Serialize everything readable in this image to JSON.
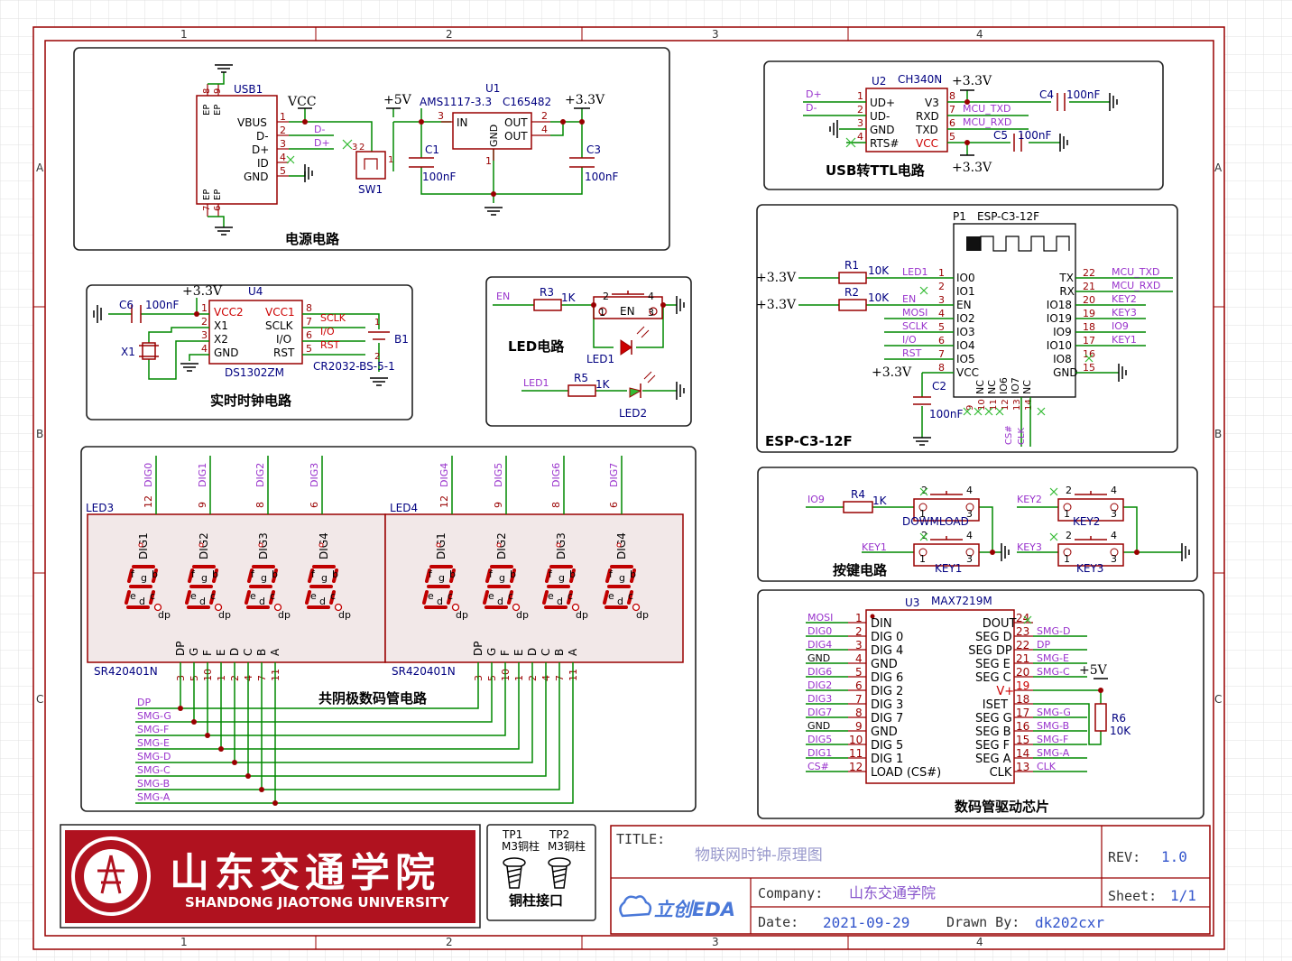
{
  "frame": {
    "columns": [
      "1",
      "2",
      "3",
      "4"
    ],
    "rows": [
      "A",
      "B",
      "C"
    ]
  },
  "colors": {
    "wire": "#008800",
    "part": "#990000",
    "pin_label": "#000080",
    "net_label": "#9933cc",
    "pin_number": "#990000",
    "frame": "#990000",
    "text": "#000000"
  },
  "blocks": {
    "power": {
      "title": "电源电路",
      "usb1": {
        "ref": "USB1",
        "pins": [
          "VBUS",
          "D-",
          "D+",
          "ID",
          "GND"
        ],
        "pin_numbers": [
          "1",
          "2",
          "3",
          "4",
          "5"
        ],
        "ep_pins": [
          "EP",
          "EP",
          "EP",
          "EP"
        ],
        "ep_numbers": [
          "8",
          "9",
          "7",
          "6"
        ]
      },
      "vcc": "VCC",
      "d_minus": "D-",
      "d_plus": "D+",
      "sw1": "SW1",
      "sw_pins": [
        "3",
        "2",
        "1"
      ],
      "u1": {
        "ref": "U1",
        "part": "AMS1117-3.3",
        "lcsc": "C165482",
        "pins": [
          "IN",
          "OUT",
          "OUT",
          "GND"
        ],
        "pin_numbers": [
          "3",
          "2",
          "4",
          "1"
        ]
      },
      "plus5v": "+5V",
      "plus33v": "+3.3V",
      "c1": "C1",
      "c1_val": "100nF",
      "c3": "C3",
      "c3_val": "100nF"
    },
    "usb_ttl": {
      "title": "USB转TTL电路",
      "u2": {
        "ref": "U2",
        "part": "CH340N",
        "left_pins": [
          "UD+",
          "UD-",
          "GND",
          "RTS#"
        ],
        "left_numbers": [
          "1",
          "2",
          "3",
          "4"
        ],
        "right_pins": [
          "V3",
          "RXD",
          "TXD",
          "VCC"
        ],
        "right_numbers": [
          "8",
          "7",
          "6",
          "5"
        ]
      },
      "d_plus": "D+",
      "d_minus": "D-",
      "plus33v_top": "+3.3V",
      "plus33v_bottom": "+3.3V",
      "mcu_txd": "MCU_TXD",
      "mcu_rxd": "MCU_RXD",
      "c4": "C4",
      "c4_val": "100nF",
      "c5": "C5",
      "c5_val": "100nF"
    },
    "esp": {
      "title": "ESP-C3-12F",
      "p1": {
        "ref": "P1",
        "part": "ESP-C3-12F"
      },
      "left_pins": [
        "IO0",
        "IO1",
        "EN",
        "IO2",
        "IO3",
        "IO4",
        "IO5",
        "VCC"
      ],
      "left_numbers": [
        "1",
        "2",
        "3",
        "4",
        "5",
        "6",
        "7",
        "8"
      ],
      "right_pins": [
        "TX",
        "RX",
        "IO18",
        "IO19",
        "IO9",
        "IO10",
        "IO8",
        "GND"
      ],
      "right_numbers": [
        "22",
        "21",
        "20",
        "19",
        "18",
        "17",
        "16",
        "15"
      ],
      "bottom_pins": [
        "NC",
        "NC",
        "IO6",
        "IO7",
        "NC"
      ],
      "bottom_numbers": [
        "9",
        "10",
        "11",
        "12",
        "13",
        "14"
      ],
      "left_nets": [
        "LED1",
        "",
        "EN",
        "MOSI",
        "SCLK",
        "I/O",
        "RST",
        ""
      ],
      "right_nets": [
        "MCU_TXD",
        "MCU_RXD",
        "KEY2",
        "KEY3",
        "IO9",
        "KEY1",
        "",
        ""
      ],
      "bottom_nets": [
        "CS#",
        "CLK"
      ],
      "r1": "R1",
      "r1_val": "10K",
      "r2": "R2",
      "r2_val": "10K",
      "vcc1": "+3.3V",
      "vcc2": "+3.3V",
      "vcc3": "+3.3V",
      "c2": "C2",
      "c2_val": "100nF"
    },
    "rtc": {
      "title": "实时时钟电路",
      "u4": {
        "ref": "U4",
        "part": "DS1302ZM",
        "left_pins": [
          "VCC2",
          "X1",
          "X2",
          "GND"
        ],
        "left_numbers": [
          "1",
          "2",
          "3",
          "4"
        ],
        "right_pins": [
          "VCC1",
          "SCLK",
          "I/O",
          "RST"
        ],
        "right_numbers": [
          "8",
          "7",
          "6",
          "5"
        ]
      },
      "plus33v": "+3.3V",
      "c6": "C6",
      "c6_val": "100nF",
      "x1": "X1",
      "b1": "B1",
      "b1_part": "CR2032-BS-5-1",
      "nets": [
        "SCLK",
        "I/O",
        "RST"
      ],
      "b1_pins": [
        "1",
        "2"
      ]
    },
    "led": {
      "title": "LED电路",
      "en_net": "EN",
      "r3": "R3",
      "r3_val": "1K",
      "en_sw": "EN",
      "sw_pins": [
        "1",
        "2",
        "3",
        "4"
      ],
      "led1": "LED1",
      "led1_net": "LED1",
      "r5": "R5",
      "r5_val": "1K",
      "led2": "LED2"
    },
    "display": {
      "title": "共阴极数码管电路",
      "led3": {
        "ref": "LED3",
        "part": "SR420401N",
        "digits": [
          "DIG0",
          "DIG1",
          "DIG2",
          "DIG3"
        ],
        "dig_pins": [
          "12",
          "9",
          "8",
          "6"
        ]
      },
      "led4": {
        "ref": "LED4",
        "part": "SR420401N",
        "digits": [
          "DIG4",
          "DIG5",
          "DIG6",
          "DIG7"
        ],
        "dig_pins": [
          "12",
          "9",
          "8",
          "6"
        ]
      },
      "digit_labels": [
        "DIG1",
        "DIG2",
        "DIG3",
        "DIG4"
      ],
      "seg_letters": [
        "f",
        "g",
        "b",
        "e",
        "c",
        "d",
        "dp",
        "a"
      ],
      "bottom_pins": [
        "DP",
        "G",
        "F",
        "E",
        "D",
        "C",
        "B",
        "A"
      ],
      "bottom_numbers": [
        "3",
        "5",
        "10",
        "1",
        "2",
        "4",
        "7",
        "11"
      ],
      "bus": [
        "DP",
        "SMG-G",
        "SMG-F",
        "SMG-E",
        "SMG-D",
        "SMG-C",
        "SMG-B",
        "SMG-A"
      ]
    },
    "keys": {
      "title": "按键电路",
      "io9": "IO9",
      "r4": "R4",
      "r4_val": "1K",
      "sw_download": "DOWMLOAD",
      "key1_net": "KEY1",
      "key1": "KEY1",
      "key2_net": "KEY2",
      "key2": "KEY2",
      "key3_net": "KEY3",
      "key3": "KEY3",
      "pins": [
        "1",
        "2",
        "3",
        "4"
      ]
    },
    "driver": {
      "title": "数码管驱动芯片",
      "u3": {
        "ref": "U3",
        "part": "MAX7219M"
      },
      "left_pins": [
        "DIN",
        "DIG 0",
        "DIG 4",
        "GND",
        "DIG 6",
        "DIG 2",
        "DIG 3",
        "DIG 7",
        "GND",
        "DIG 5",
        "DIG 1",
        "LOAD (CS#)"
      ],
      "left_numbers": [
        "1",
        "2",
        "3",
        "4",
        "5",
        "6",
        "7",
        "8",
        "9",
        "10",
        "11",
        "12"
      ],
      "left_nets": [
        "MOSI",
        "DIG0",
        "DIG4",
        "GND",
        "DIG6",
        "DIG2",
        "DIG3",
        "DIG7",
        "GND",
        "DIG5",
        "DIG1",
        "CS#"
      ],
      "right_pins": [
        "DOUT",
        "SEG D",
        "SEG DP",
        "SEG E",
        "SEG C",
        "V+",
        "ISET",
        "SEG G",
        "SEG B",
        "SEG F",
        "SEG A",
        "CLK"
      ],
      "right_numbers": [
        "24",
        "23",
        "22",
        "21",
        "20",
        "19",
        "18",
        "17",
        "16",
        "15",
        "14",
        "13"
      ],
      "right_nets": [
        "",
        "SMG-D",
        "DP",
        "SMG-E",
        "SMG-C",
        "",
        "",
        "SMG-G",
        "SMG-B",
        "SMG-F",
        "SMG-A",
        "CLK"
      ],
      "plus5v": "+5V",
      "r6": "R6",
      "r6_val": "10K"
    }
  },
  "logo": {
    "cn": "山东交通学院",
    "en": "SHANDONG JIAOTONG UNIVERSITY"
  },
  "standoffs": {
    "tp1": "TP1",
    "tp1_part": "M3铜柱",
    "tp2": "TP2",
    "tp2_part": "M3铜柱",
    "title": "铜柱接口"
  },
  "titleblock": {
    "title_label": "TITLE:",
    "title_value": "物联网时钟-原理图",
    "rev_label": "REV:",
    "rev_value": "1.0",
    "company_label": "Company:",
    "company_value": "山东交通学院",
    "sheet_label": "Sheet:",
    "sheet_value": "1/1",
    "date_label": "Date:",
    "date_value": "2021-09-29",
    "drawn_label": "Drawn By:",
    "drawn_value": "dk202cxr",
    "eda_brand": "立创EDA"
  }
}
